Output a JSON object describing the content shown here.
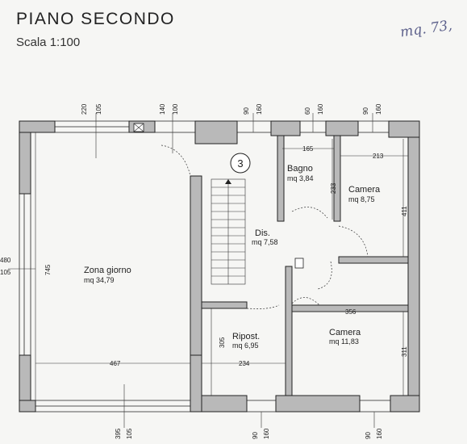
{
  "header": {
    "title": "PIANO SECONDO",
    "scale": "Scala 1:100",
    "handwritten_note": "mq. 73,"
  },
  "stair_number": "3",
  "rooms": [
    {
      "id": "zona-giorno",
      "name": "Zona giorno",
      "area": "mq 34,79"
    },
    {
      "id": "bagno",
      "name": "Bagno",
      "area": "mq 3,84"
    },
    {
      "id": "camera-1",
      "name": "Camera",
      "area": "mq 8,75"
    },
    {
      "id": "dis",
      "name": "Dis.",
      "area": "mq 7,58"
    },
    {
      "id": "ripost",
      "name": "Ripost.",
      "area": "mq 6,95"
    },
    {
      "id": "camera-2",
      "name": "Camera",
      "area": "mq 11,83"
    }
  ],
  "dimensions": {
    "top_window_1_w": "220",
    "top_window_1_h": "105",
    "top_window_2_w": "140",
    "top_window_2_h": "100",
    "top_window_3_w": "90",
    "top_window_3_h": "160",
    "top_window_4_w": "60",
    "top_window_4_h": "160",
    "top_window_5_w": "90",
    "top_window_5_h": "160",
    "bagno_width": "165",
    "camera1_width": "213",
    "bagno_depth": "233",
    "camera1_depth": "411",
    "left_window_w": "480",
    "left_window_h": "105",
    "zona_depth": "745",
    "zona_width": "467",
    "camera2_width": "356",
    "ripost_depth": "305",
    "ripost_width": "234",
    "camera2_depth": "311",
    "bottom_window_1_w": "395",
    "bottom_window_1_h": "105",
    "bottom_window_2_w": "90",
    "bottom_window_2_h": "160",
    "bottom_window_3_w": "90",
    "bottom_window_3_h": "160"
  }
}
